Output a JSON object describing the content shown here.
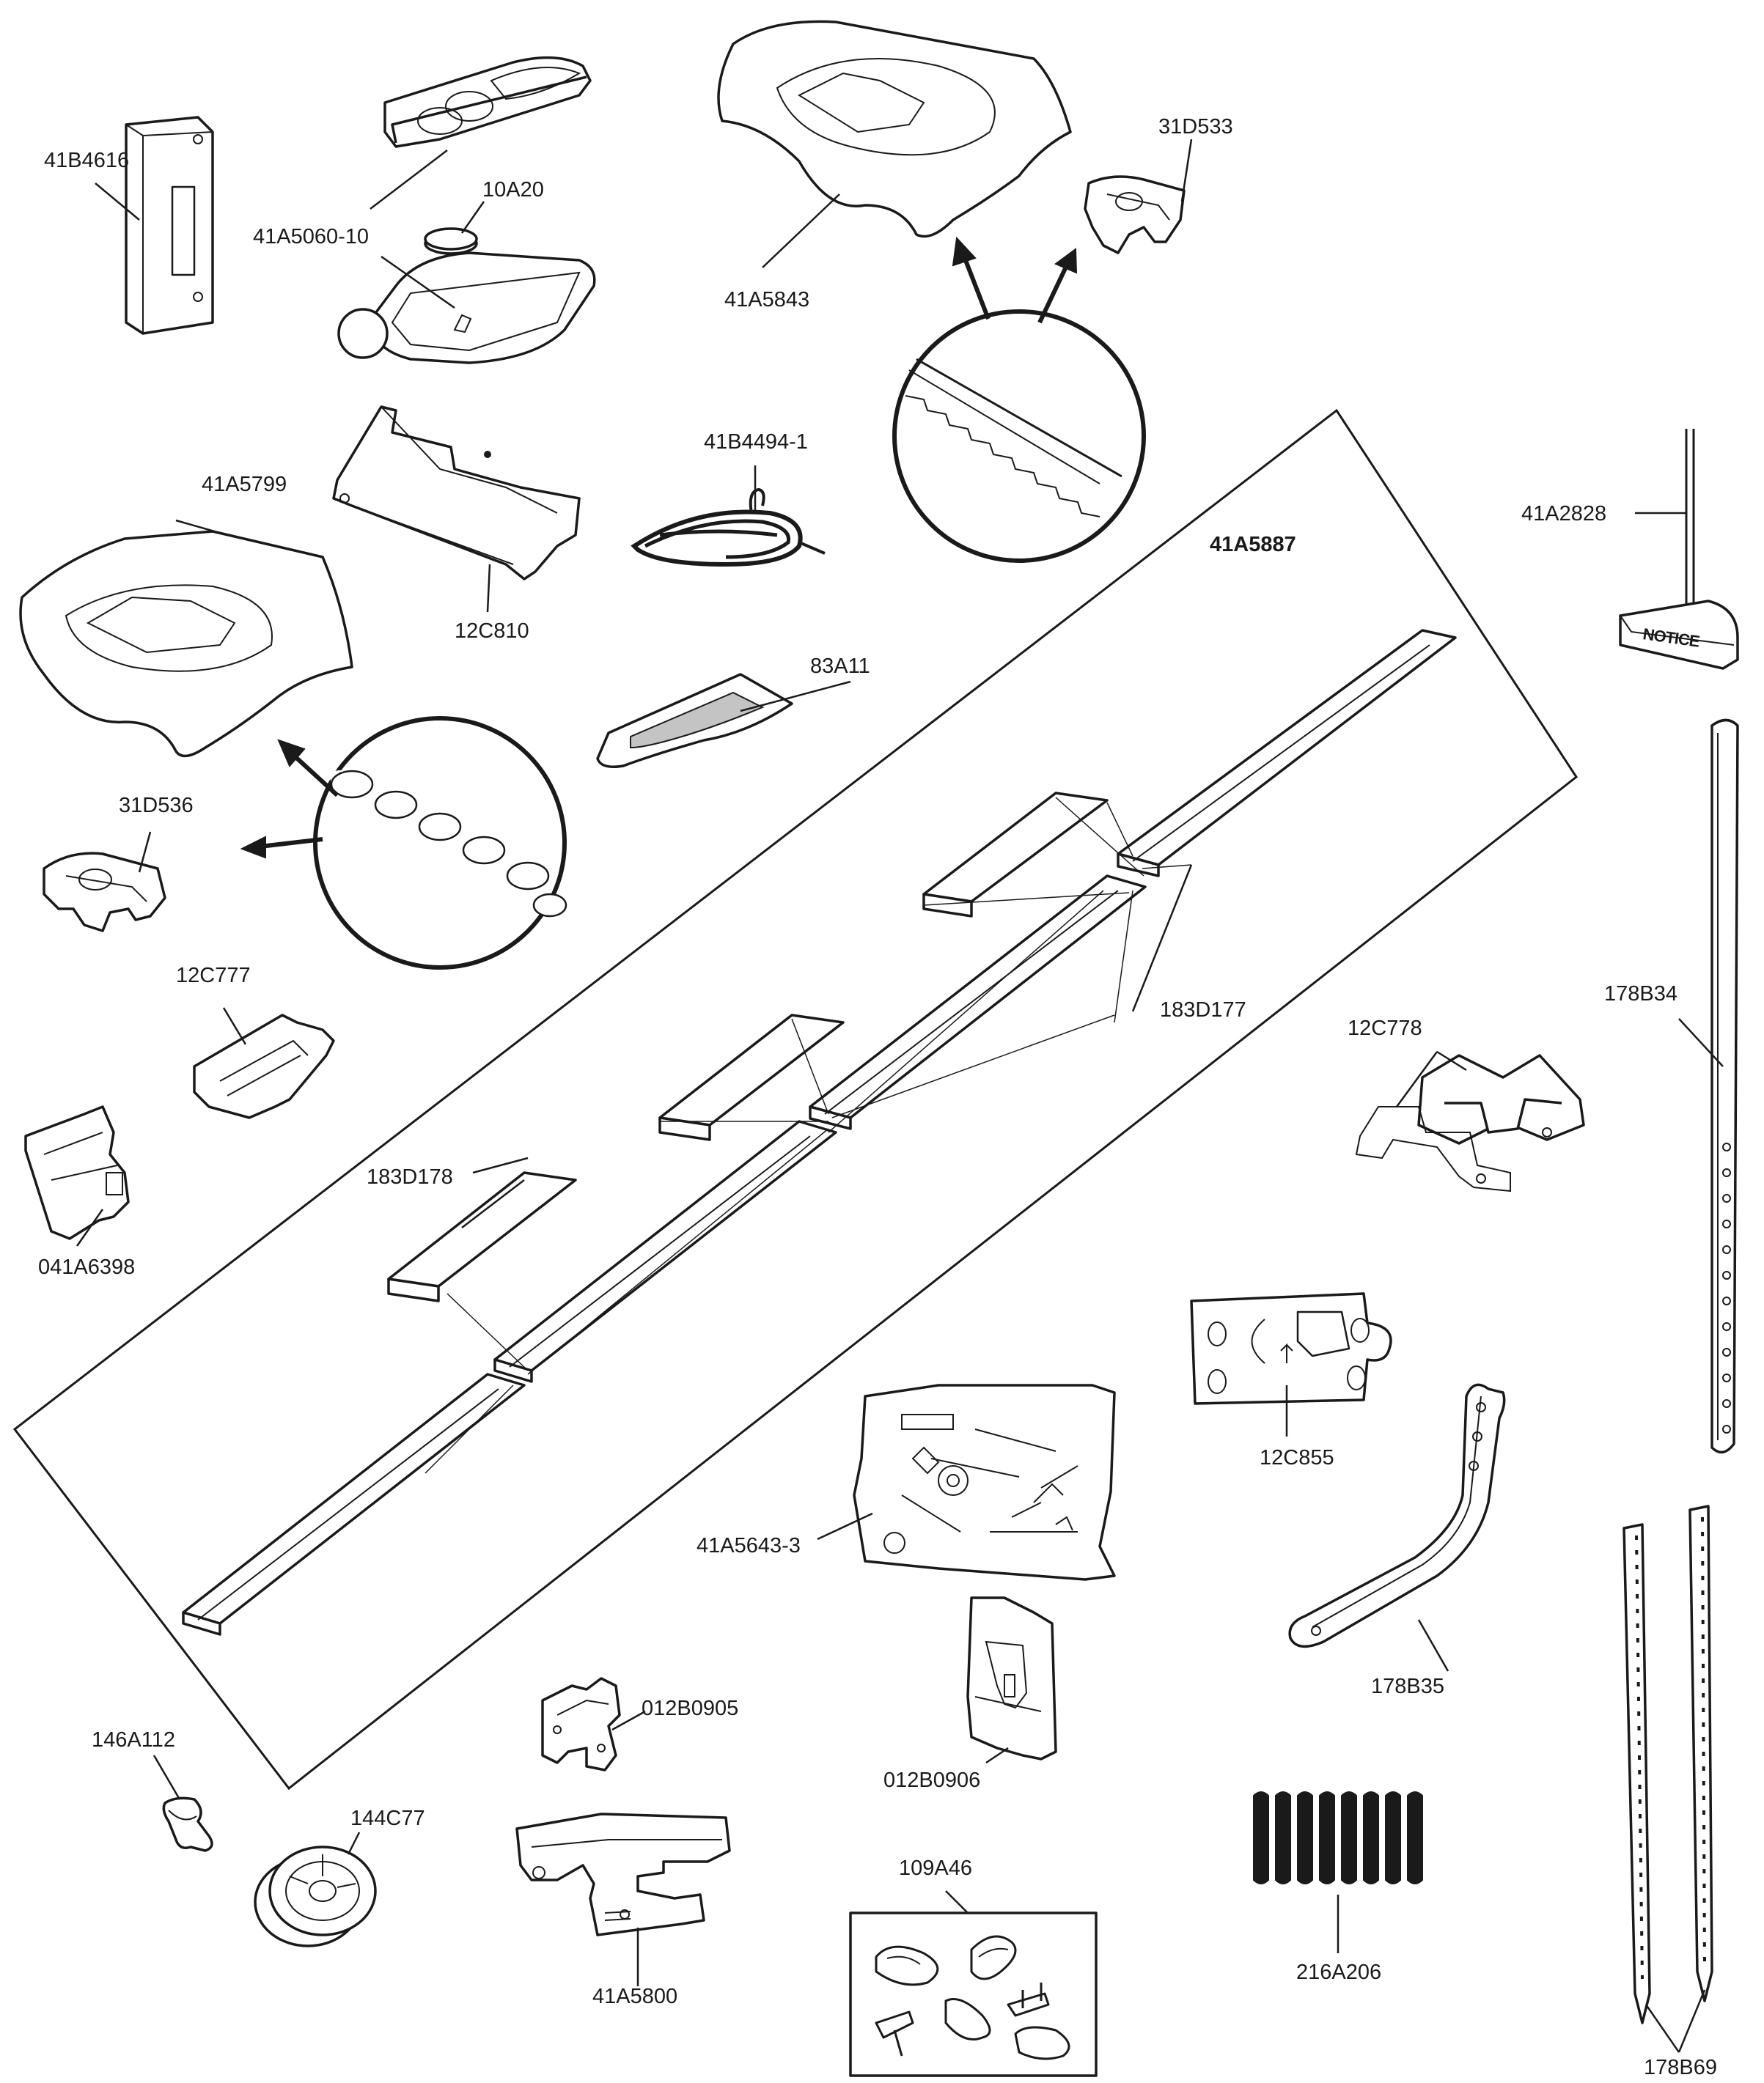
{
  "diagram": {
    "kit_label": "41A5887",
    "parts": [
      {
        "id": "41B4616",
        "label": "41B4616"
      },
      {
        "id": "41A5060-10",
        "label": "41A5060-10"
      },
      {
        "id": "10A20",
        "label": "10A20"
      },
      {
        "id": "41A5843",
        "label": "41A5843"
      },
      {
        "id": "31D533",
        "label": "31D533"
      },
      {
        "id": "41A5799",
        "label": "41A5799"
      },
      {
        "id": "12C810",
        "label": "12C810"
      },
      {
        "id": "41B4494-1",
        "label": "41B4494-1"
      },
      {
        "id": "41A2828",
        "label": "41A2828"
      },
      {
        "id": "83A11",
        "label": "83A11"
      },
      {
        "id": "31D536",
        "label": "31D536"
      },
      {
        "id": "12C777",
        "label": "12C777"
      },
      {
        "id": "183D177",
        "label": "183D177"
      },
      {
        "id": "178B34",
        "label": "178B34"
      },
      {
        "id": "12C778",
        "label": "12C778"
      },
      {
        "id": "041A6398",
        "label": "041A6398"
      },
      {
        "id": "183D178",
        "label": "183D178"
      },
      {
        "id": "12C855",
        "label": "12C855"
      },
      {
        "id": "41A5643-3",
        "label": "41A5643-3"
      },
      {
        "id": "178B35",
        "label": "178B35"
      },
      {
        "id": "012B0905",
        "label": "012B0905"
      },
      {
        "id": "012B0906",
        "label": "012B0906"
      },
      {
        "id": "146A112",
        "label": "146A112"
      },
      {
        "id": "144C77",
        "label": "144C77"
      },
      {
        "id": "109A46",
        "label": "109A46"
      },
      {
        "id": "216A206",
        "label": "216A206"
      },
      {
        "id": "41A5800",
        "label": "41A5800"
      },
      {
        "id": "178B69",
        "label": "178B69"
      }
    ],
    "notice_text": "NOTICE"
  }
}
